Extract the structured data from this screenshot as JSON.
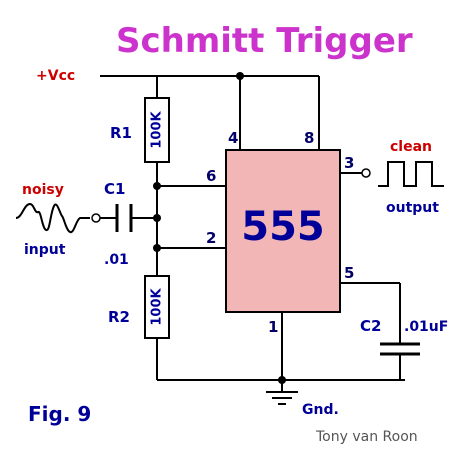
{
  "title": "Schmitt Trigger",
  "supply_label": "+Vcc",
  "ground_label": "Gnd.",
  "figure_label": "Fig. 9",
  "author": "Tony van Roon",
  "ic": {
    "label": "555",
    "pins": {
      "p4": "4",
      "p8": "8",
      "p6": "6",
      "p2": "2",
      "p3": "3",
      "p5": "5",
      "p1": "1"
    }
  },
  "components": {
    "r1": {
      "name": "R1",
      "value": "100K"
    },
    "r2": {
      "name": "R2",
      "value": "100K"
    },
    "c1": {
      "name": "C1",
      "value": ".01"
    },
    "c2": {
      "name": "C2",
      "value": ".01uF"
    }
  },
  "input": {
    "line1": "noisy",
    "line2": "input"
  },
  "output": {
    "line1": "clean",
    "line2": "output"
  },
  "colors": {
    "title": "#cc33cc",
    "labels": "#000099",
    "pins": "#000066",
    "wire": "#000000",
    "chip_fill": "#f3b6b6",
    "chip_text": "#000099",
    "resistor_fill": "#ffffff",
    "signal_labels": "#cc0000",
    "author": "#555555"
  }
}
